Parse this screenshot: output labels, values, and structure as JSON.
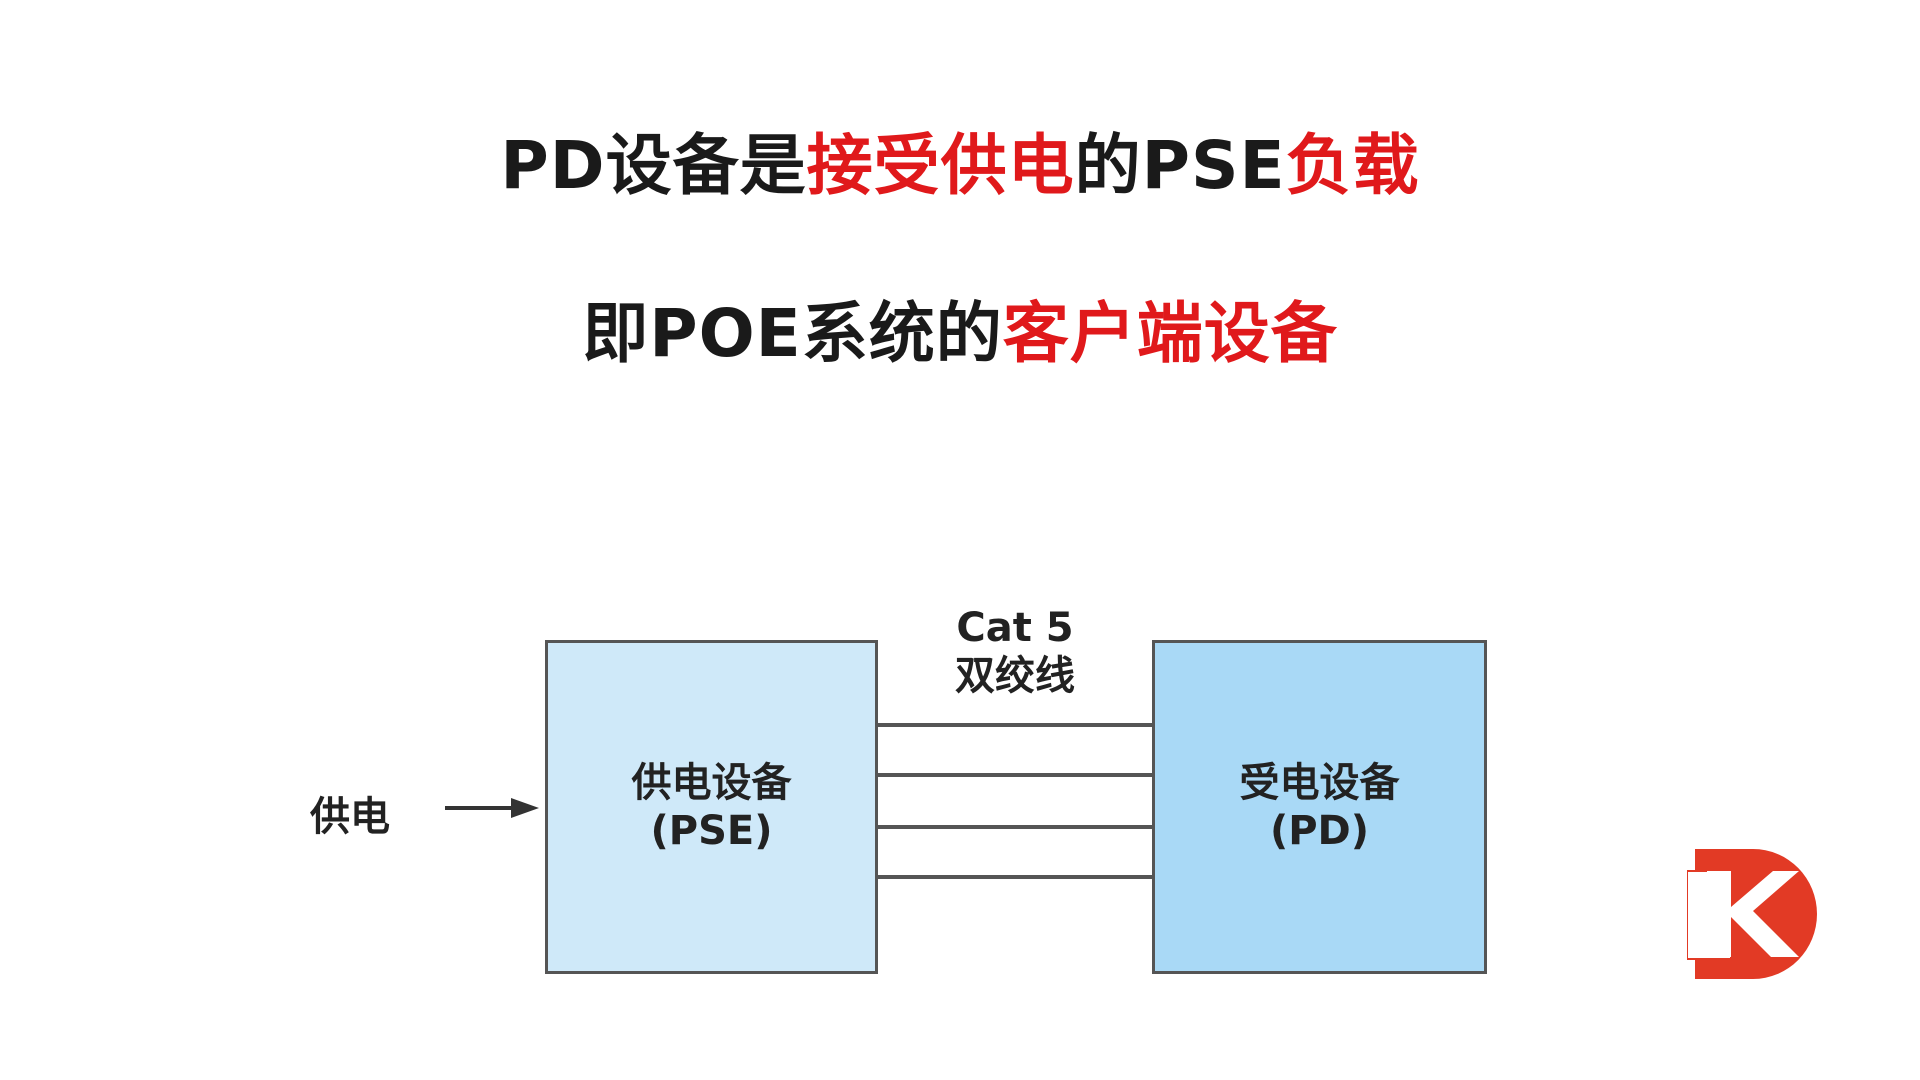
{
  "title_line1": {
    "p1": "PD设备是",
    "p2": "接受供电",
    "p3": "的PSE",
    "p4": "负载"
  },
  "title_line2": {
    "p1": "即POE系统的",
    "p2": "客户端设备"
  },
  "diagram": {
    "input_label": "供电",
    "cable_label_line1": "Cat 5",
    "cable_label_line2": "双绞线",
    "pse_box": {
      "line1": "供电设备",
      "line2": "(PSE)"
    },
    "pd_box": {
      "line1": "受电设备",
      "line2": "(PD)"
    }
  },
  "logo_text": "K",
  "colors": {
    "accent": "#e0191b",
    "logo": "#e23a25",
    "pse_fill": "#cfe9f9",
    "pd_fill": "#a9d9f6"
  }
}
